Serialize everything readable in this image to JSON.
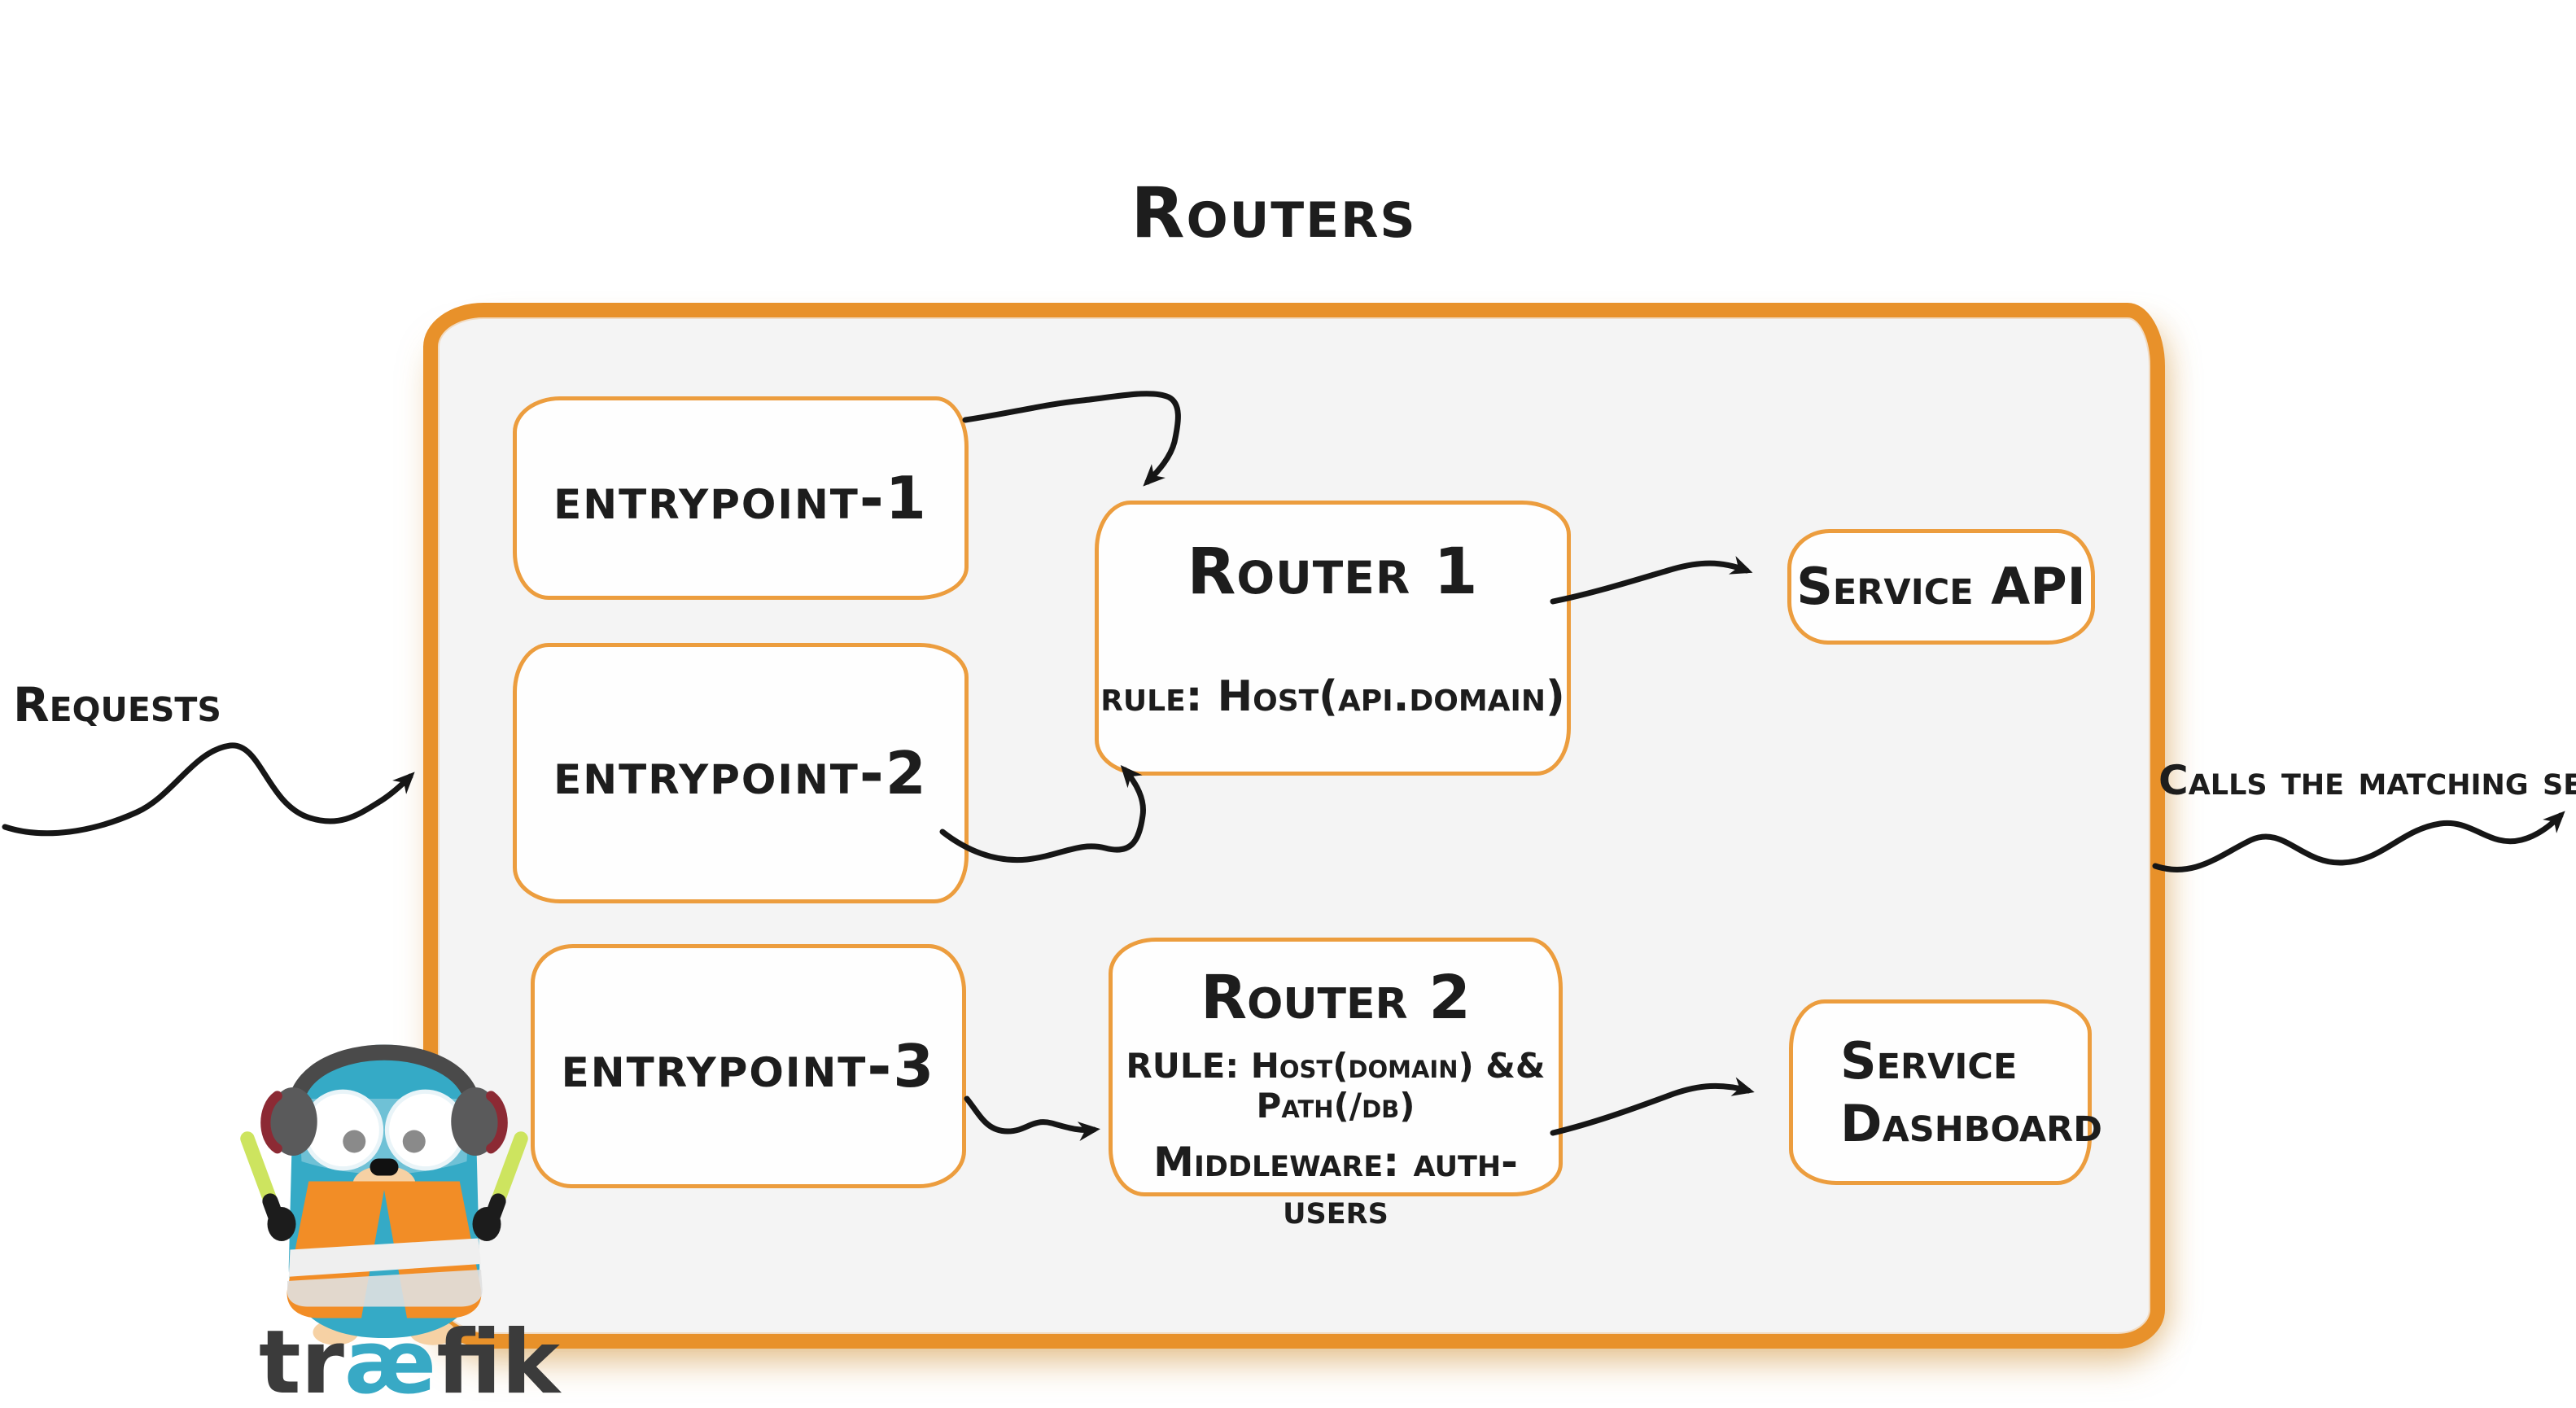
{
  "title": "Routers",
  "external": {
    "requests_label": "Requests",
    "calls_label": "Calls the matching server"
  },
  "entrypoints": [
    {
      "label": "entrypoint-1"
    },
    {
      "label": "entrypoint-2"
    },
    {
      "label": "entrypoint-3"
    }
  ],
  "routers": [
    {
      "title": "Router 1",
      "rule": "rule: Host(api.domain)"
    },
    {
      "title": "Router 2",
      "rule": "RULE: Host(domain) && Path(/db)",
      "middleware": "Middleware: auth-users"
    }
  ],
  "services": [
    {
      "label": "Service API"
    },
    {
      "label_line1": "Service",
      "label_line2": "Dashboard"
    }
  ],
  "logo": {
    "mascot": "traefik-gopher-mascot",
    "wordmark_pre": "tr",
    "wordmark_mid": "æ",
    "wordmark_post": "fik"
  },
  "colors": {
    "container_border": "#e8912a",
    "node_border": "#ec9d3e",
    "container_fill": "#f4f4f4",
    "text": "#1d1d1d",
    "arrow": "#161616",
    "brand_teal": "#38a9c5",
    "vest_orange": "#f28d26",
    "baton_green": "#cde45f"
  }
}
